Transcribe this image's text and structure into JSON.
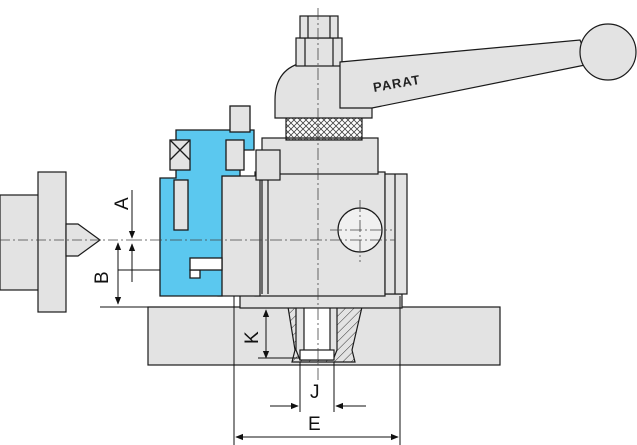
{
  "brand_label": "PARAT",
  "dimensions": {
    "a": "A",
    "b": "B",
    "k": "K",
    "j": "J",
    "e": "E"
  },
  "colors": {
    "holder_blue": "#5bc8ef",
    "metal_grey": "#e3e3e3",
    "line": "#1a1a1a"
  }
}
